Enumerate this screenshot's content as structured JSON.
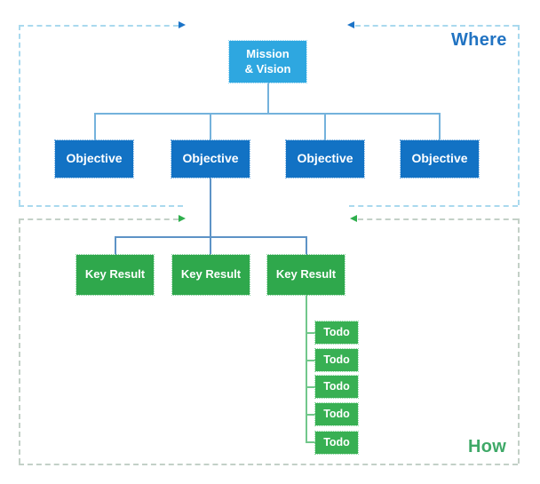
{
  "diagram": {
    "regions": {
      "where": {
        "label": "Where"
      },
      "how": {
        "label": "How"
      }
    },
    "nodes": {
      "mission": {
        "label": "Mission & Vision",
        "line1": "Mission",
        "line2": "& Vision"
      },
      "objectives": [
        {
          "label": "Objective"
        },
        {
          "label": "Objective"
        },
        {
          "label": "Objective"
        },
        {
          "label": "Objective"
        }
      ],
      "key_results": [
        {
          "label": "Key Result"
        },
        {
          "label": "Key Result"
        },
        {
          "label": "Key Result"
        }
      ],
      "todos": [
        {
          "label": "Todo"
        },
        {
          "label": "Todo"
        },
        {
          "label": "Todo"
        },
        {
          "label": "Todo"
        },
        {
          "label": "Todo"
        }
      ]
    },
    "colors": {
      "mission_bg": "#2ea7e0",
      "objective_bg": "#1272c4",
      "key_result_bg": "#2fa84c",
      "todo_bg": "#38b053",
      "tree_line_blue": "#5d93c6",
      "tree_line_green": "#72c78b",
      "where_border": "#a9d9ee",
      "how_border": "#c3d0c7",
      "where_text": "#2173c2",
      "how_text": "#3fa968",
      "arrow_blue": "#1b74c8",
      "arrow_green": "#2faf4d"
    }
  }
}
